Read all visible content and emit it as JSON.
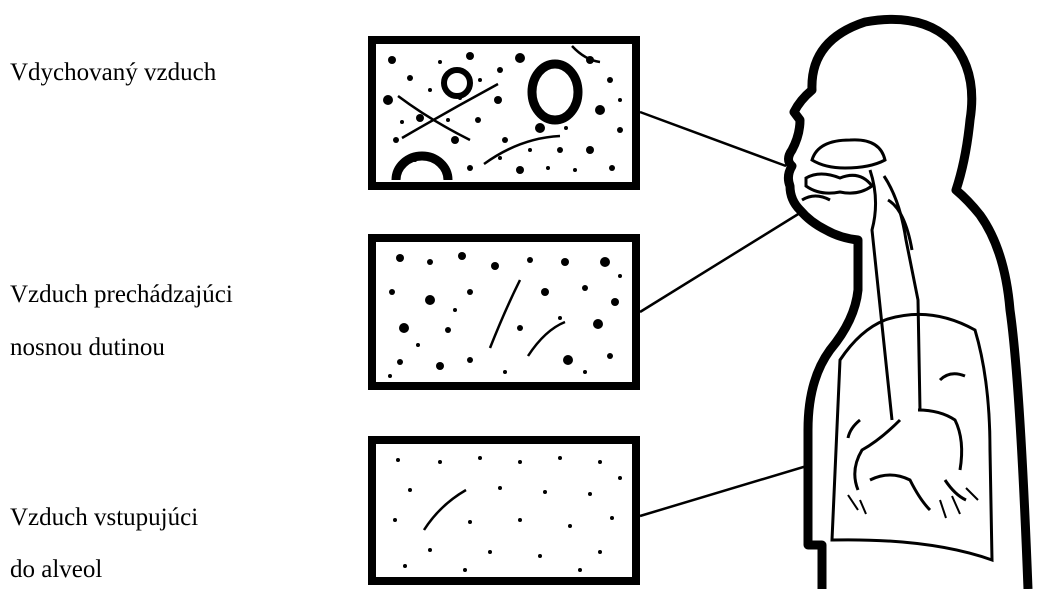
{
  "labels": {
    "panel1": [
      "Vdychovaný vzduch"
    ],
    "panel2": [
      "Vzduch prechádzajúci",
      "nosnou dutinou"
    ],
    "panel3": [
      "Vzduch vstupujúci",
      "do alveol"
    ]
  },
  "colors": {
    "ink": "#000000",
    "paper": "#ffffff"
  }
}
